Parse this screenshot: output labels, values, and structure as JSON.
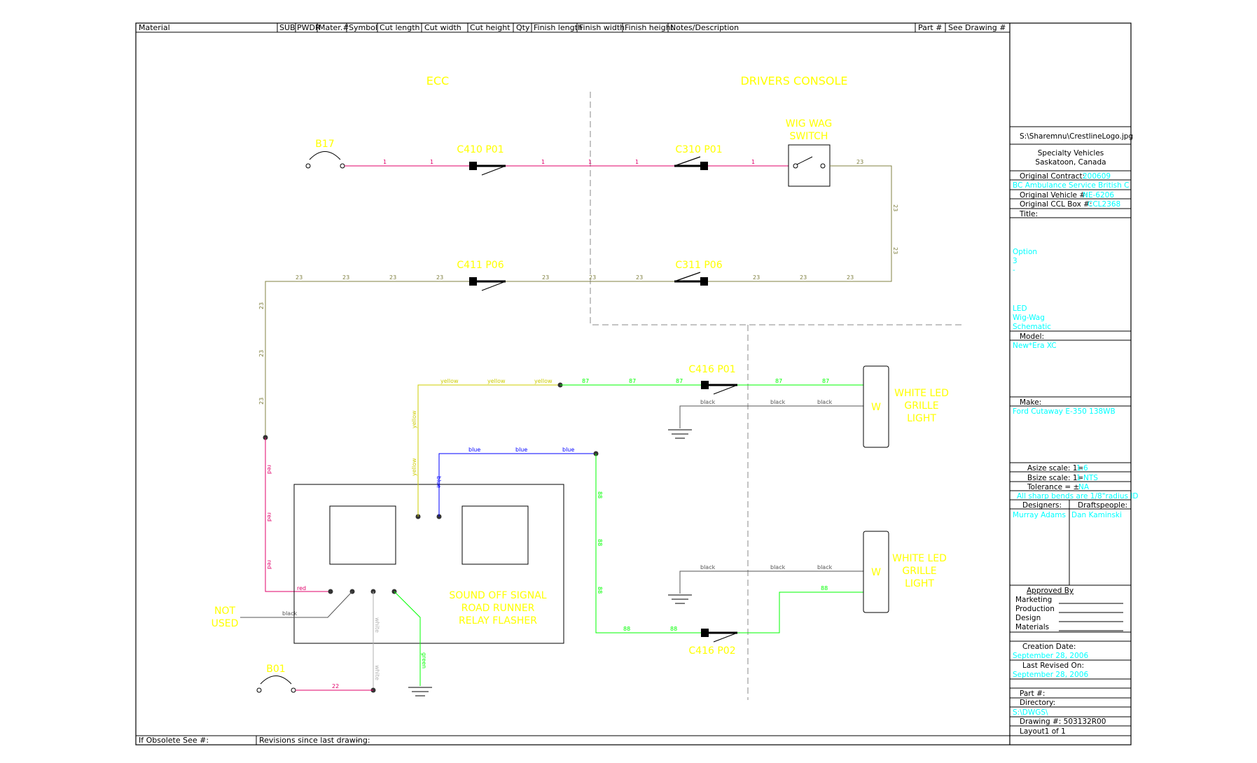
{
  "header": {
    "columns": [
      "Material",
      "SUB",
      "PWDR",
      "Mater.#",
      "Symbol",
      "Cut length",
      "Cut width",
      "Cut height",
      "Qty",
      "Finish length",
      "Finish width",
      "Finish height",
      "Notes/Description"
    ],
    "part_no_label": "Part #",
    "see_drawing_label": "See Drawing #"
  },
  "footer": {
    "obsolete_label": "If Obsolete See #:",
    "revisions_label": "Revisions since last drawing:",
    "revisions_value": "-"
  },
  "title_block": {
    "logo_path": "S:\\Sharemnu\\CrestlineLogo.jpg",
    "company_line1": "Specialty Vehicles",
    "company_line2": "Saskatoon, Canada",
    "original_contract_label": "Original Contract:",
    "original_contract_value": "200609",
    "customer": "BC Ambulance Service British C",
    "original_vehicle_label": "Original Vehicle #:",
    "original_vehicle_value": "NE-6206",
    "ccl_box_label": "Original CCL Box #:",
    "ccl_box_value": "CCL2368",
    "title_label": "Title:",
    "title_lines_a": [
      "Option",
      "3",
      "-"
    ],
    "title_lines_b": [
      "LED",
      "Wig-Wag",
      "Schematic"
    ],
    "model_label": "Model:",
    "model_value": "New*Era XC",
    "make_label": "Make:",
    "make_value": "Ford Cutaway E-350 138WB",
    "asize_label": "Asize scale:  1=",
    "asize_value": "1.6",
    "bsize_label": "Bsize scale:  1=",
    "bsize_value": "1   NTS",
    "tolerance_label": "Tolerance = ±",
    "tolerance_value": "NA",
    "bends_note": "All sharp bends are 1/8\"radius ID",
    "designers_label": "Designers:",
    "draftspeople_label": "Draftspeople:",
    "designer_name": "Murray Adams",
    "draftsperson_name": "Dan Kaminski",
    "approved_by_label": "Approved By",
    "approvals": [
      "Marketing",
      "Production",
      "Design",
      "Materials"
    ],
    "creation_date_label": "Creation Date:",
    "creation_date_value": "September 28, 2006",
    "last_revised_label": "Last Revised On:",
    "last_revised_value": "September 28, 2006",
    "part_label": "Part #:",
    "directory_label": "Directory:",
    "directory_value": "S:\\DWGS\\",
    "drawing_label": "Drawing #:  503132R00",
    "layout_label": "Layout1  of 1"
  },
  "schematic": {
    "colors": {
      "red": "#ff0000",
      "olive": "#808040",
      "yellow": "#cccc00",
      "green": "#00ff00",
      "blue": "#0000ff",
      "black": "#000000",
      "white_wire": "#b0b0b0",
      "label_yellow": "#ffff00",
      "cyan": "#00ffff"
    },
    "zone_ecc": "ECC",
    "zone_console": "DRIVERS CONSOLE",
    "breaker_top": "B17",
    "breaker_bottom": "B01",
    "conn_c410": "C410  P01",
    "conn_c310": "C310  P01",
    "conn_c411": "C411  P06",
    "conn_c311": "C311  P06",
    "conn_c416_p01": "C416  P01",
    "conn_c416_p02": "C416  P02",
    "switch_label_1": "WIG WAG",
    "switch_label_2": "SWITCH",
    "lamp_top": [
      "WHITE LED",
      "GRILLE",
      "LIGHT"
    ],
    "lamp_bottom": [
      "WHITE LED",
      "GRILLE",
      "LIGHT"
    ],
    "lamp_letter": "W",
    "flasher": [
      "SOUND OFF SIGNAL",
      "ROAD RUNNER",
      "RELAY FLASHER"
    ],
    "not_used": [
      "NOT",
      "USED"
    ],
    "wire_1": "1",
    "wire_23": "23",
    "wire_22": "22",
    "wire_87": "87",
    "wire_88": "88",
    "wire_red": "red",
    "wire_black": "black",
    "wire_white": "white",
    "wire_green": "green",
    "wire_yellow": "yellow",
    "wire_blue": "blue"
  }
}
